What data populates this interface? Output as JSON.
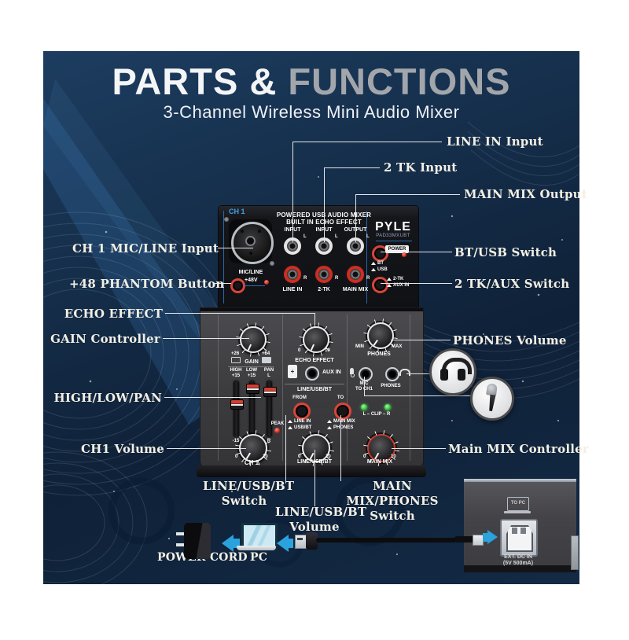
{
  "header": {
    "title_white": "PARTS &",
    "title_gray": " FUNCTIONS",
    "subtitle": "3-Channel Wireless Mini Audio Mixer"
  },
  "callouts": {
    "line_in_input": "LINE IN Input",
    "tk2_input": "2 TK Input",
    "main_mix_output": "MAIN MIX Output",
    "ch1_mic_line_input": "CH 1 MIC/LINE Input",
    "phantom_button": "+48 PHANTOM Button",
    "echo_effect": "ECHO EFFECT",
    "gain_controller": "GAIN Controller",
    "high_low_pan": "HIGH/LOW/PAN",
    "ch1_volume": "CH1 Volume",
    "bt_usb_switch": "BT/USB Switch",
    "tk_aux_switch": "2 TK/AUX Switch",
    "phones_volume": "PHONES Volume",
    "main_mix_controller": "Main MIX Controller",
    "line_usb_bt_switch": {
      "line1": "LINE/USB/BT",
      "line2": "Switch"
    },
    "line_usb_bt_volume": {
      "line1": "LINE/USB/BT",
      "line2": "Volume"
    },
    "main_mix_phones_switch": {
      "line1": "MAIN MIX/PHONES",
      "line2": "Switch"
    },
    "power_cord": "POWER CORD",
    "pc": "PC"
  },
  "mixer": {
    "top": {
      "ch1": "CH 1",
      "header_line1": "POWERED USB AUDIO MIXER",
      "header_line2": "BUILT IN ECHO EFFECT",
      "brand": "PYLE",
      "model": "PAD33MXUBT",
      "mic_line": "MIC/LINE",
      "phantom": "+48V",
      "col1_top": "INPUT",
      "col2_top": "INPUT",
      "col3_top": "OUTPUT",
      "col1_bottom": "LINE IN",
      "col2_bottom": "2-TK",
      "col3_bottom": "MAIN MIX",
      "jack_l": "L",
      "jack_r": "R",
      "power": "POWER",
      "bt": "BT",
      "usb": "USB",
      "tk2": "2-TK",
      "aux_in": "AUX IN"
    },
    "panel": {
      "gain": {
        "label": "GAIN",
        "min": "+26",
        "max": "+64"
      },
      "eq": {
        "high": "HIGH",
        "low": "LOW",
        "pan": "PAN",
        "p15a": "+15",
        "p15b": "+15",
        "pan_top": "L",
        "m15a": "-15",
        "m15b": "-15",
        "pan_bottom": "R"
      },
      "peak": "PEAK",
      "ch1_knob": {
        "label": "CH 1",
        "min": "0",
        "max": "10"
      },
      "echo_knob": {
        "label": "ECHO EFFECT",
        "min": "0",
        "max": "10"
      },
      "aux_in": "AUX IN",
      "route": {
        "title": "LINE/USB/BT",
        "from": "FROM",
        "to": "TO",
        "from_opt1": "LINE IN",
        "from_opt2": "USB/BT",
        "to_opt1": "MAIN MIX",
        "to_opt2": "PHONES"
      },
      "line_knob": {
        "label": "LINE/USB/BT",
        "min": "0",
        "max": "10"
      },
      "phones_knob": {
        "label": "PHONES",
        "min": "MIN",
        "max": "MAX"
      },
      "mic_jack": {
        "line1": "MIC",
        "line2": "TO CH1"
      },
      "phones_jack": "PHONES",
      "clip": "L – CLIP – R",
      "main_knob": {
        "label": "MAIN MIX",
        "min": "0",
        "max": "10"
      }
    }
  },
  "device": {
    "to_pc": "TO PC",
    "ext_line1": "EXT. DC IN",
    "ext_line2": "(5V 500mA)"
  },
  "colors": {
    "panel_navy": "#16304d",
    "accent_blue": "#2ba2dc",
    "title_gray": "#a2a6ab",
    "callout_text": "#f3efe4",
    "red": "#d8453a",
    "green_led": "#35c243"
  }
}
